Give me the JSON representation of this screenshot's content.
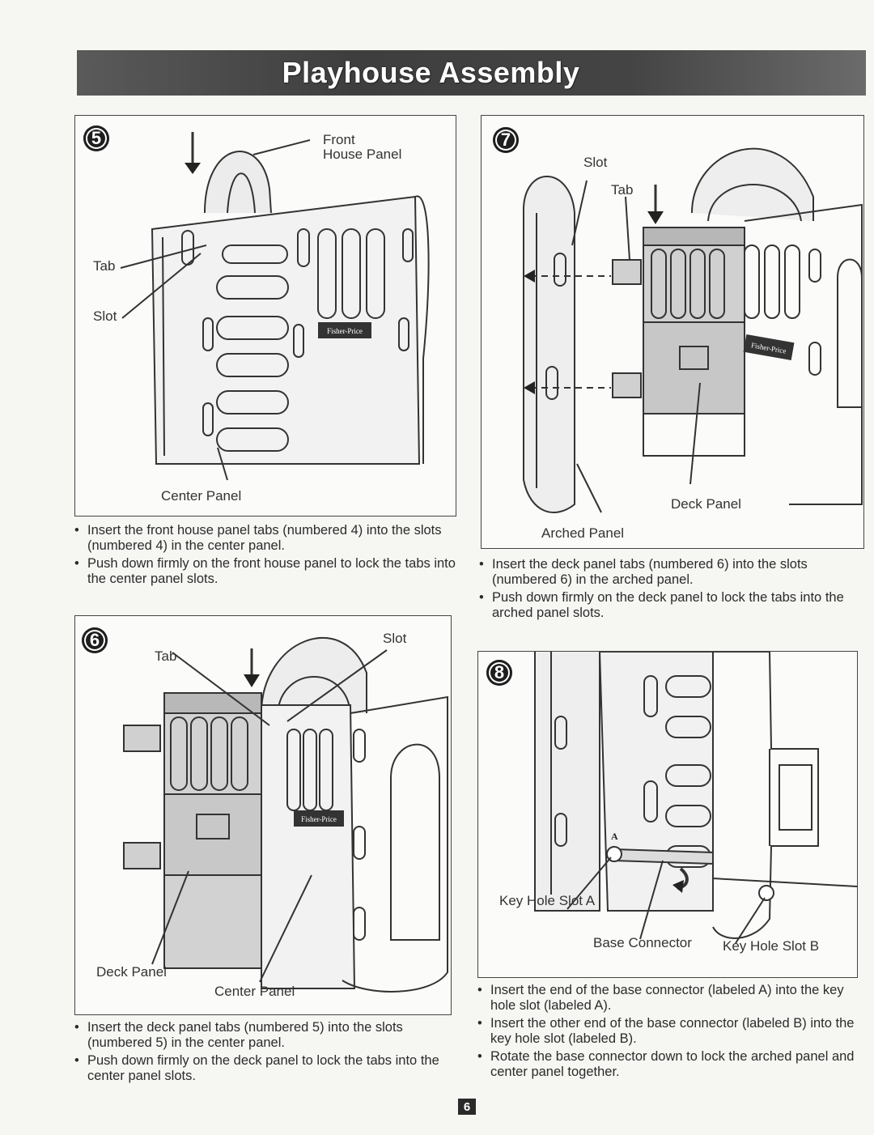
{
  "page": {
    "title": "Playhouse Assembly",
    "page_number": "6"
  },
  "steps": [
    {
      "number": "5",
      "labels": {
        "front": "Front",
        "house_panel": "House Panel",
        "tab": "Tab",
        "slot": "Slot",
        "center_panel": "Center Panel",
        "logo": "Fisher-Price"
      },
      "instructions": [
        "Insert the front house panel tabs (numbered 4) into the slots (numbered 4) in the center panel.",
        "Push down firmly on the front house panel to lock the tabs into the center panel slots."
      ]
    },
    {
      "number": "6",
      "labels": {
        "tab": "Tab",
        "slot": "Slot",
        "deck_panel": "Deck Panel",
        "center_panel": "Center Panel",
        "logo": "Fisher-Price"
      },
      "instructions": [
        "Insert the deck panel tabs (numbered 5) into the slots (numbered 5) in the center panel.",
        "Push down firmly on the deck panel to lock the tabs into the center panel slots."
      ]
    },
    {
      "number": "7",
      "labels": {
        "slot": "Slot",
        "tab": "Tab",
        "deck_panel": "Deck Panel",
        "arched_panel": "Arched Panel",
        "logo": "Fisher-Price"
      },
      "instructions": [
        "Insert the deck panel tabs (numbered 6) into the slots (numbered 6) in the arched panel.",
        "Push down firmly on the deck panel to lock the tabs into the arched panel slots."
      ]
    },
    {
      "number": "8",
      "labels": {
        "key_hole_slot_a": "Key Hole Slot A",
        "base_connector": "Base Connector",
        "key_hole_slot_b": "Key Hole Slot B",
        "marker_a": "A"
      },
      "instructions": [
        "Insert the end of the base connector (labeled A) into the key hole slot (labeled A).",
        "Insert the other end of the base connector (labeled B) into the key hole slot (labeled B).",
        "Rotate the base connector down to lock the arched panel and center panel together."
      ]
    }
  ]
}
